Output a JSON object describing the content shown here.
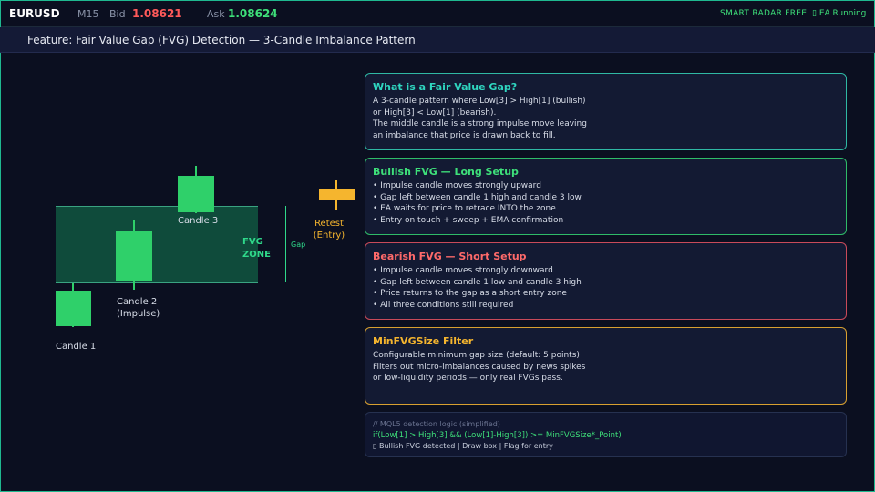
{
  "topbar": {
    "symbol": "EURUSD",
    "timeframe": "M15",
    "bid_label": "Bid",
    "bid_value": "1.08621",
    "ask_label": "Ask",
    "ask_value": "1.08624",
    "brand": "SMART RADAR  FREE",
    "status": "▯ EA Running"
  },
  "feature": {
    "title": "Feature: Fair Value Gap (FVG) Detection  —  3-Candle Imbalance Pattern"
  },
  "diagram": {
    "candle1_label": "Candle  1",
    "candle2_label_line1": "Candle  2",
    "candle2_label_line2": "(Impulse)",
    "candle3_label": "Candle  3",
    "zone_label_line1": "FVG",
    "zone_label_line2": "ZONE",
    "gap_label": "Gap",
    "retest_line1": "Retest",
    "retest_line2": "(Entry)"
  },
  "cards": {
    "what": {
      "title": "What is a Fair Value Gap?",
      "lines": [
        "A 3-candle pattern where Low[3] > High[1] (bullish)",
        "or High[3] < Low[1] (bearish).",
        "The middle candle is a strong impulse move leaving",
        "an imbalance that price is drawn back to fill."
      ]
    },
    "bullish": {
      "title": "Bullish FVG — Long Setup",
      "lines": [
        "• Impulse candle moves strongly upward",
        "• Gap left between candle 1 high and candle 3 low",
        "• EA waits for price to retrace INTO the zone",
        "• Entry on touch + sweep + EMA confirmation"
      ]
    },
    "bearish": {
      "title": "Bearish FVG — Short Setup",
      "lines": [
        "• Impulse candle moves strongly downward",
        "• Gap left between candle 1 low and candle 3 high",
        "• Price returns to the gap as a short entry zone",
        "• All three conditions still required"
      ]
    },
    "minsize": {
      "title": "MinFVGSize Filter",
      "lines": [
        "Configurable minimum gap size (default: 5 points)",
        "Filters out micro-imbalances caused by news spikes",
        "or low-liquidity periods — only real FVGs pass."
      ]
    }
  },
  "code": {
    "comment": "// MQL5 detection logic (simplified)",
    "logic": "if(Low[1] > High[3] && (Low[1]-High[3]) >= MinFVGSize*_Point)",
    "result": "▯ Bullish FVG detected  |  Draw box  |  Flag for entry"
  },
  "colors": {
    "bullish": "#2fd06a",
    "bearish": "#ff6a6a",
    "accent": "#2fd6c0",
    "warning": "#f5b52e",
    "zone": "#0f4b3b"
  }
}
